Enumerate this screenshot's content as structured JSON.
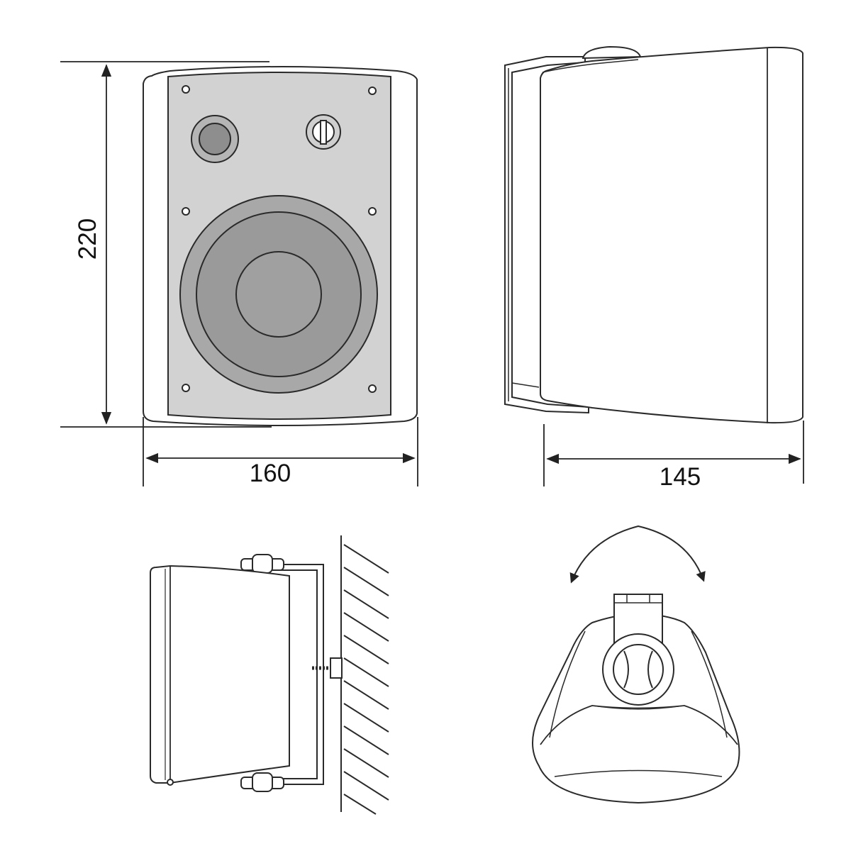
{
  "dimensions": {
    "height": "220",
    "width": "160",
    "depth": "145"
  },
  "colors": {
    "line": "#2a2a2a",
    "grille": "#d2d2d2",
    "cone": "#9a9a9a",
    "woofer_surround": "#a8a8a8",
    "dust_cap": "#a0a0a0",
    "tweeter": "#8e8e8e",
    "background": "#ffffff"
  },
  "views": [
    {
      "name": "front-view"
    },
    {
      "name": "side-view"
    },
    {
      "name": "wall-mount-view"
    },
    {
      "name": "bottom-rotation-view"
    }
  ]
}
